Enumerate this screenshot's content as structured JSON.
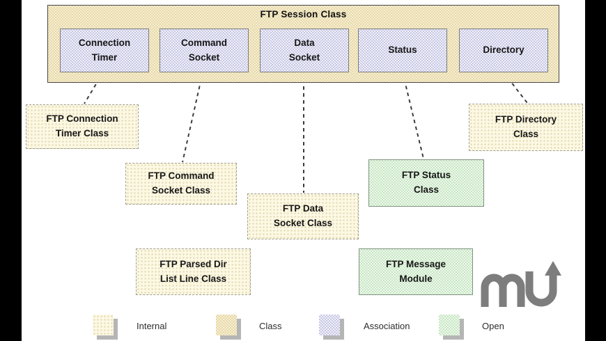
{
  "diagram": {
    "title": "FTP Session Class",
    "members": [
      {
        "label": "Connection\nTimer"
      },
      {
        "label": "Command\nSocket"
      },
      {
        "label": "Data\nSocket"
      },
      {
        "label": "Status"
      },
      {
        "label": "Directory"
      }
    ],
    "classes": {
      "connection_timer": {
        "label": "FTP Connection\nTimer Class",
        "type": "internal"
      },
      "directory": {
        "label": "FTP Directory\nClass",
        "type": "internal"
      },
      "command_socket": {
        "label": "FTP Command\nSocket Class",
        "type": "internal"
      },
      "data_socket": {
        "label": "FTP Data\nSocket Class",
        "type": "internal"
      },
      "status": {
        "label": "FTP Status\nClass",
        "type": "open"
      },
      "parsed_dir_list": {
        "label": "FTP Parsed Dir\nList Line Class",
        "type": "internal"
      },
      "message_module": {
        "label": "FTP Message\nModule",
        "type": "open"
      }
    },
    "legend": [
      {
        "label": "Internal",
        "color": "#fcf8e4"
      },
      {
        "label": "Class",
        "color": "#eedfb0"
      },
      {
        "label": "Association",
        "color": "#d8d8ee"
      },
      {
        "label": "Open",
        "color": "#d6eed2"
      }
    ],
    "logo": {
      "name": "mu-arrow-logo",
      "color": "#7d7d7d"
    }
  }
}
